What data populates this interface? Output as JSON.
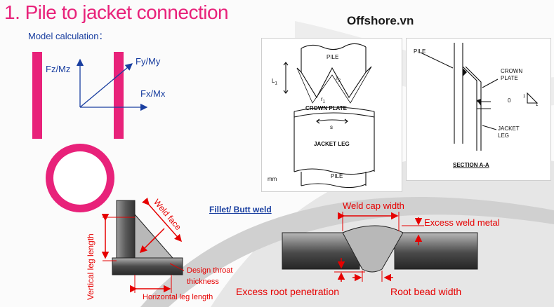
{
  "slide": {
    "title": "1. Pile to jacket connection",
    "brand": "Offshore.vn",
    "model_label": "Model calculation："
  },
  "axes": {
    "fz_mz": "Fz/Mz",
    "fy_my": "Fy/My",
    "fx_mx": "Fx/Mx"
  },
  "pile_figure": {
    "pile_top": "PILE",
    "pile_bottom": "PILE",
    "crown_plate": "CROWN PLATE",
    "jacket_leg": "JACKET LEG",
    "l1": "L",
    "l1_sub": "1",
    "r1": "r",
    "r1_sub": "1",
    "r2": "r",
    "r2_sub": "2",
    "s": "s",
    "unit": "mm"
  },
  "section_figure": {
    "pile": "PILE",
    "crown_plate_1": "CROWN",
    "crown_plate_2": "PLATE",
    "jacket_leg_1": "JACKET",
    "jacket_leg_2": "LEG",
    "zero": "0",
    "section": "SECTION A-A",
    "slope_top": "1",
    "slope_bottom": "1"
  },
  "fillet_weld": {
    "heading": "Fillet/ Butt weld",
    "weld_face": "Weld face",
    "vertical_leg": "Vertical leg length",
    "horizontal_leg": "Horizontal leg length",
    "throat_1": "Design throat",
    "throat_2": "thickness"
  },
  "butt_weld": {
    "cap_width": "Weld cap width",
    "excess_metal": "Excess weld metal",
    "root_penetration": "Excess root penetration",
    "root_bead": "Root bead width"
  },
  "colors": {
    "accent": "#e8227a",
    "annotation": "#e60000",
    "axis": "#1a3fa0"
  }
}
